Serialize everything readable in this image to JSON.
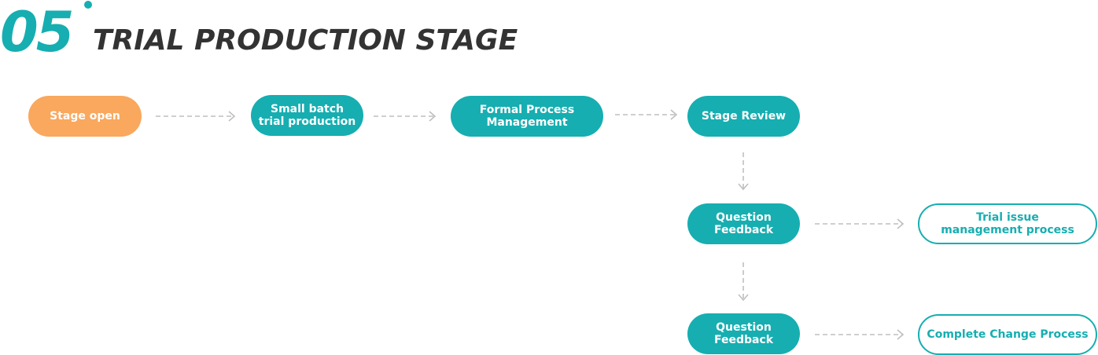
{
  "colors": {
    "teal": "#16aeb1",
    "orange": "#f9a85e",
    "arrow": "#bfbfbf",
    "title": "#333333"
  },
  "header": {
    "number": "05",
    "title": "TRIAL PRODUCTION STAGE"
  },
  "nodes": [
    {
      "id": "stage-open",
      "label": "Stage open"
    },
    {
      "id": "small-batch",
      "label": "Small batch\ntrial production"
    },
    {
      "id": "formal-process",
      "label": "Formal Process\nManagement"
    },
    {
      "id": "stage-review",
      "label": "Stage Review"
    },
    {
      "id": "question-feedback-1",
      "label": "Question\nFeedback"
    },
    {
      "id": "trial-issue",
      "label": "Trial issue\nmanagement process"
    },
    {
      "id": "question-feedback-2",
      "label": "Question\nFeedback"
    },
    {
      "id": "complete-change",
      "label": "Complete Change Process"
    }
  ],
  "edges": [
    {
      "from": "stage-open",
      "to": "small-batch"
    },
    {
      "from": "small-batch",
      "to": "formal-process"
    },
    {
      "from": "formal-process",
      "to": "stage-review"
    },
    {
      "from": "stage-review",
      "to": "question-feedback-1"
    },
    {
      "from": "question-feedback-1",
      "to": "trial-issue"
    },
    {
      "from": "question-feedback-1",
      "to": "question-feedback-2"
    },
    {
      "from": "question-feedback-2",
      "to": "complete-change"
    }
  ]
}
